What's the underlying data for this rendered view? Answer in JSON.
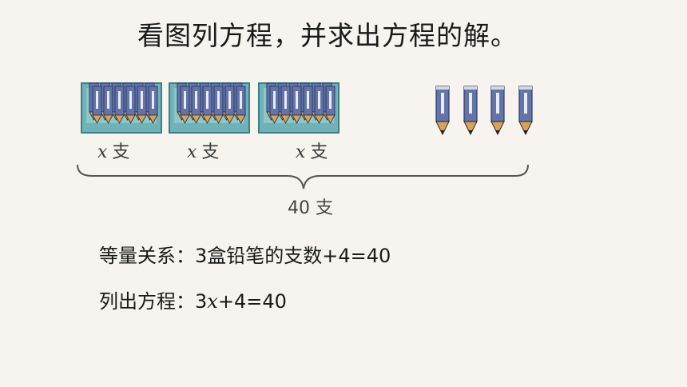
{
  "title": "看图列方程，并求出方程的解。",
  "boxes": [
    {
      "var": "x",
      "unit": "支"
    },
    {
      "var": "x",
      "unit": "支"
    },
    {
      "var": "x",
      "unit": "支"
    }
  ],
  "loose_pencil_count": 4,
  "total_label": "40 支",
  "relation": {
    "label": "等量关系：",
    "text": "3盒铅笔的支数+4=40"
  },
  "equation": {
    "label": "列出方程：",
    "coef": "3",
    "var": "x",
    "rest": "+4=40"
  },
  "colors": {
    "box": "#6fb3b8",
    "pencil": "#6474a8",
    "pencil_tip": "#d9a15a"
  }
}
